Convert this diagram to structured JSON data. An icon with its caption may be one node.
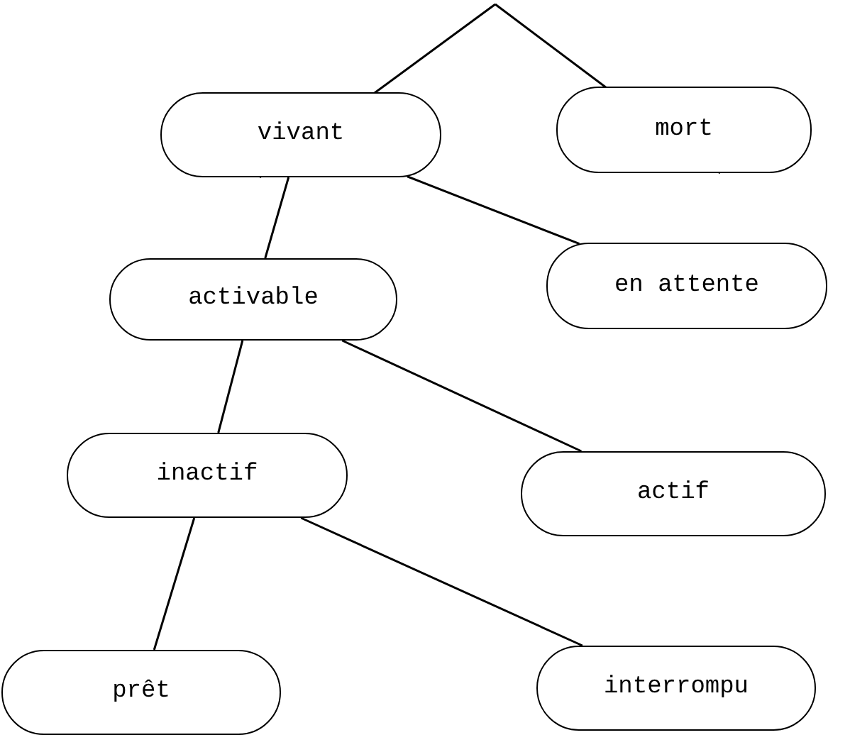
{
  "diagram": {
    "nodes": [
      {
        "text": [
          "vivant"
        ]
      },
      {
        "text": [
          "mort"
        ]
      },
      {
        "text": [
          "activable"
        ]
      },
      {
        "text": [
          "en attente"
        ]
      },
      {
        "text": [
          "inactif"
        ]
      },
      {
        "text": [
          "actif"
        ]
      },
      {
        "text": [
          "prêt"
        ]
      },
      {
        "text": [
          "interrompu"
        ]
      }
    ],
    "edges": [
      {
        "from": null,
        "to": 0,
        "arrow": "none"
      },
      {
        "from": null,
        "to": 1,
        "arrow": "none"
      },
      {
        "from": 0,
        "to": 2,
        "arrow": "none"
      },
      {
        "from": 0,
        "to": 3,
        "arrow": "none"
      },
      {
        "from": 2,
        "to": 4,
        "arrow": "none"
      },
      {
        "from": 2,
        "to": 5,
        "arrow": "none"
      },
      {
        "from": 4,
        "to": 6,
        "arrow": "none"
      },
      {
        "from": 4,
        "to": 7,
        "arrow": "none"
      }
    ]
  }
}
